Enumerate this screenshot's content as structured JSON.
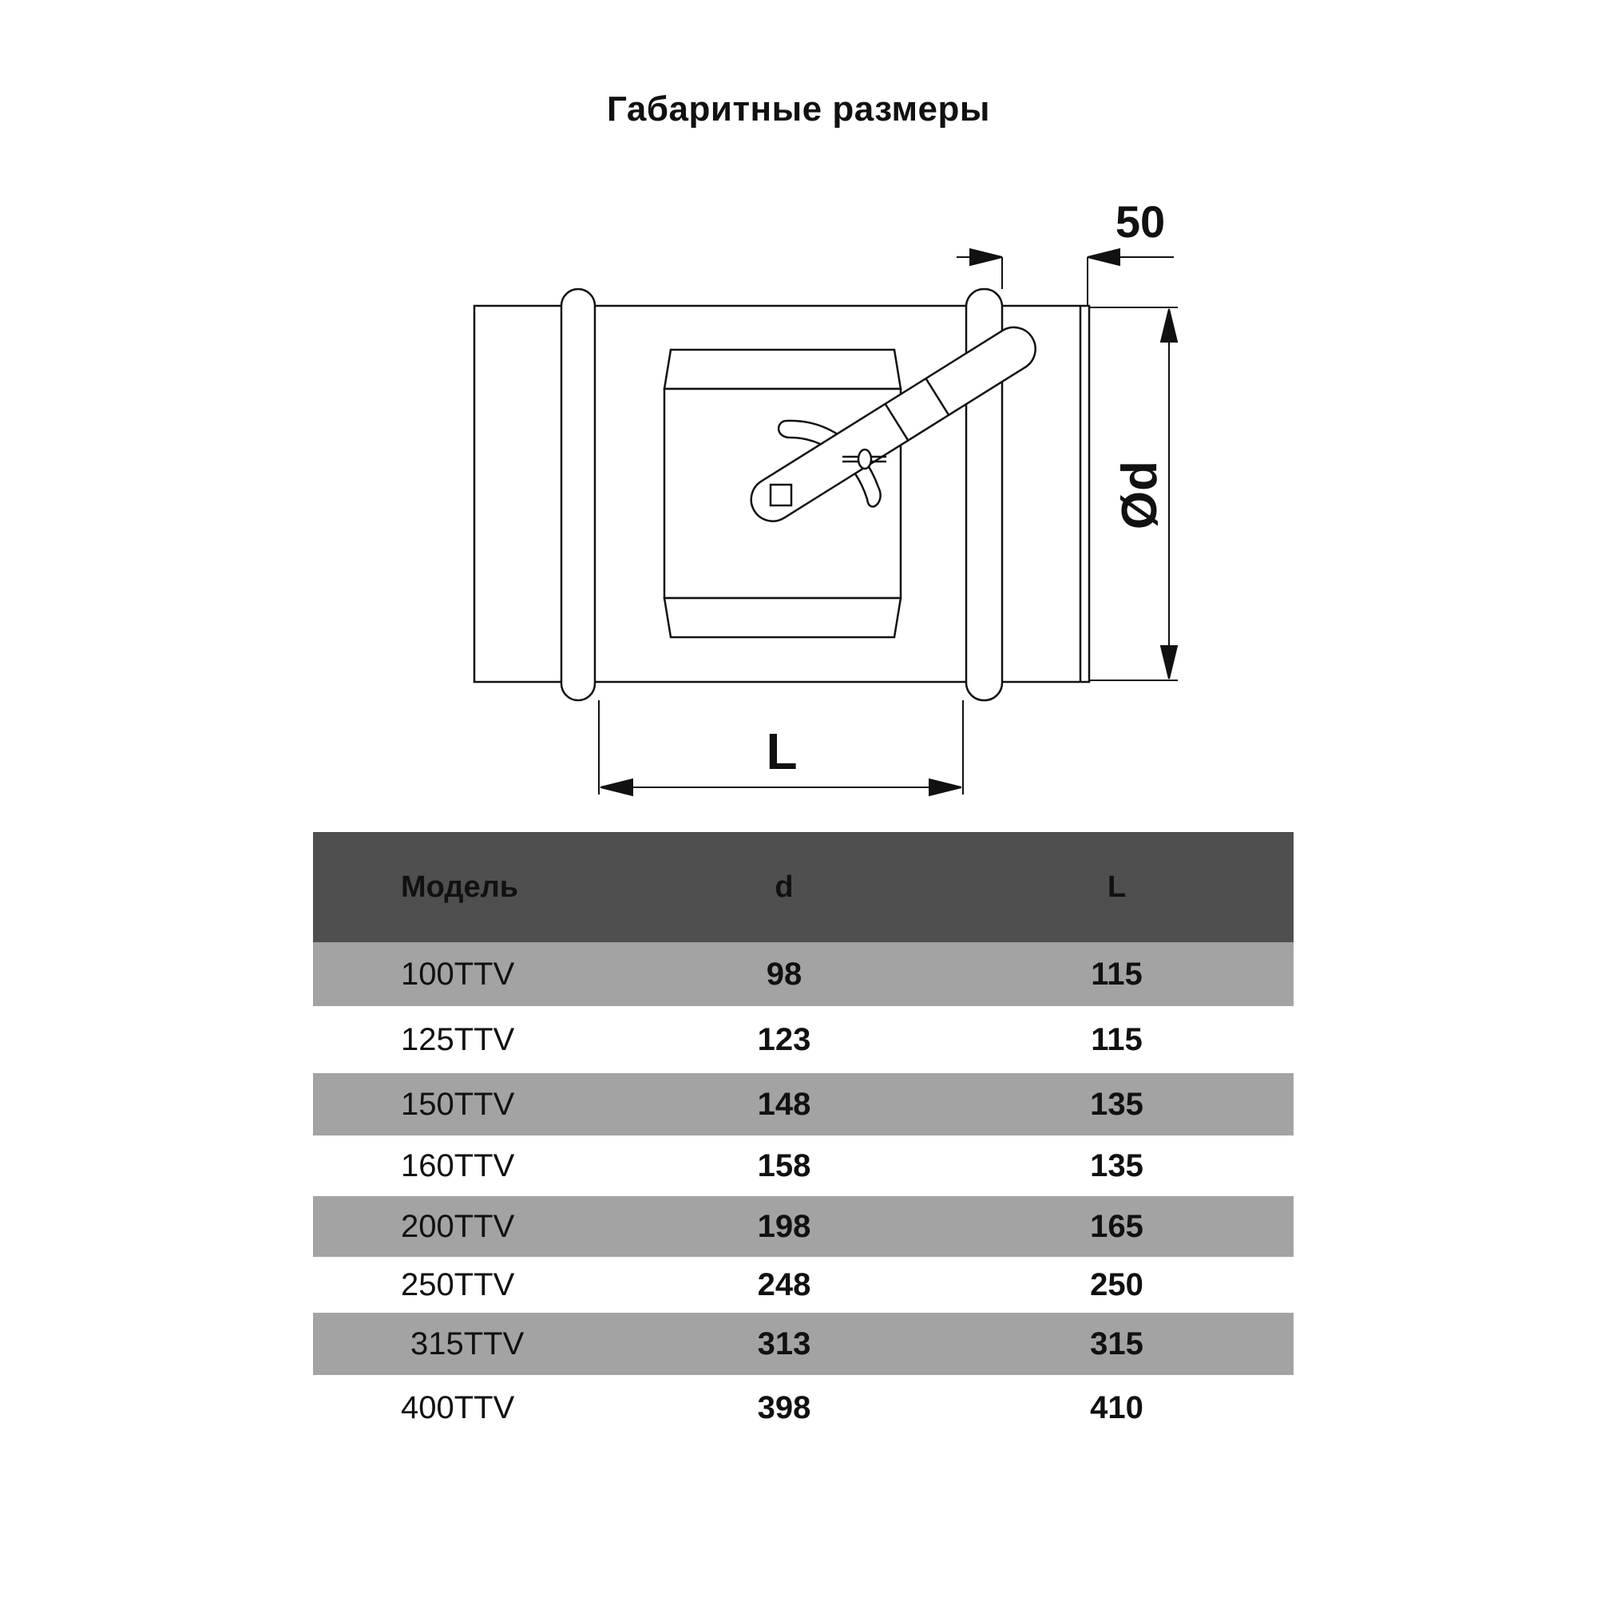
{
  "title": "Габаритные размеры",
  "dimensions": {
    "handle_offset": "50",
    "diameter": "Ød",
    "length": "L"
  },
  "table": {
    "headers": [
      "Модель",
      "d",
      "L"
    ],
    "rows": [
      {
        "model": "100TTV",
        "d": "98",
        "L": "115"
      },
      {
        "model": "125TTV",
        "d": "123",
        "L": "115"
      },
      {
        "model": "150TTV",
        "d": "148",
        "L": "135"
      },
      {
        "model": "160TTV",
        "d": "158",
        "L": "135"
      },
      {
        "model": "200TTV",
        "d": "198",
        "L": "165"
      },
      {
        "model": "250TTV",
        "d": "248",
        "L": "250"
      },
      {
        "model": "315TTV",
        "d": "313",
        "L": "315"
      },
      {
        "model": "400TTV",
        "d": "398",
        "L": "410"
      }
    ]
  },
  "colors": {
    "header_bg": "#4f4f4f",
    "stripe_bg": "#a3a3a3"
  }
}
